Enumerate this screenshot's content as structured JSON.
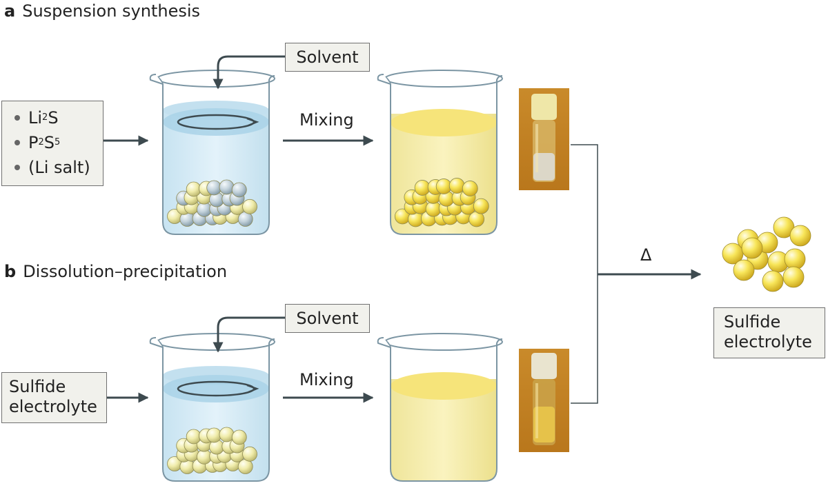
{
  "panel_a": {
    "letter": "a",
    "title": "Suspension synthesis",
    "solvent": "Solvent",
    "mixing": "Mixing",
    "reagents": [
      {
        "pre": "Li",
        "sub": "2",
        "mid": "S",
        "sub2": ""
      },
      {
        "pre": "P",
        "sub": "2",
        "mid": "S",
        "sub2": "5"
      },
      {
        "pre": "(Li salt)",
        "sub": "",
        "mid": "",
        "sub2": ""
      }
    ]
  },
  "panel_b": {
    "letter": "b",
    "title": "Dissolution–precipitation",
    "solvent": "Solvent",
    "mixing": "Mixing",
    "input_line1": "Sulfide",
    "input_line2": "electrolyte"
  },
  "heat_symbol": "Δ",
  "product": {
    "line1": "Sulfide",
    "line2": "electrolyte"
  },
  "colors": {
    "arrow": "#3d4a4f",
    "beaker_liquid": "#dbeef7",
    "yellow_liquid": "#f7efa6",
    "particle_yellow": "#f6df42",
    "particle_grey": "#b9c9d3",
    "photo_bg": "#c98a2a"
  }
}
